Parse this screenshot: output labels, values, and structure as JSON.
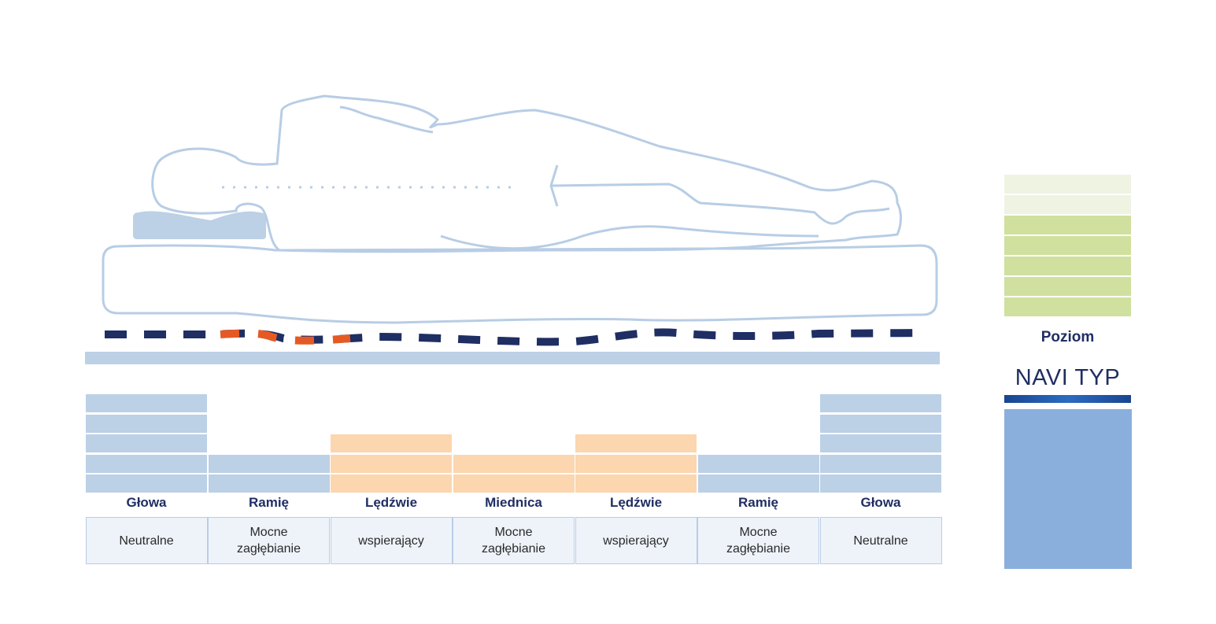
{
  "zones": [
    {
      "label": "Głowa",
      "description": "Neutralne",
      "levels": 5,
      "tone": "blue"
    },
    {
      "label": "Ramię",
      "description": "Mocne\nzagłębianie",
      "levels": 2,
      "tone": "blue"
    },
    {
      "label": "Lędźwie",
      "description": "wspierający",
      "levels": 3,
      "tone": "orange"
    },
    {
      "label": "Miednica",
      "description": "Mocne\nzagłębianie",
      "levels": 2,
      "tone": "orange"
    },
    {
      "label": "Lędźwie",
      "description": "wspierający",
      "levels": 3,
      "tone": "orange"
    },
    {
      "label": "Ramię",
      "description": "Mocne\nzagłębianie",
      "levels": 2,
      "tone": "blue"
    },
    {
      "label": "Głowa",
      "description": "Neutralne",
      "levels": 5,
      "tone": "blue"
    }
  ],
  "level_scale": {
    "label": "Poziom",
    "bars": [
      "light",
      "light",
      "green",
      "green",
      "green",
      "green",
      "green"
    ]
  },
  "navi": {
    "title": "NAVI TYP",
    "icon": "person-icon"
  },
  "colors": {
    "zone_blue": "#bcd0e6",
    "zone_orange": "#fcd6ae",
    "level_light": "#eef3e2",
    "level_green": "#d0e09e",
    "outline": "#b8cde5",
    "spine_dark": "#1f2e63",
    "spine_highlight": "#e55a24",
    "navi_panel": "#8aafdc"
  }
}
